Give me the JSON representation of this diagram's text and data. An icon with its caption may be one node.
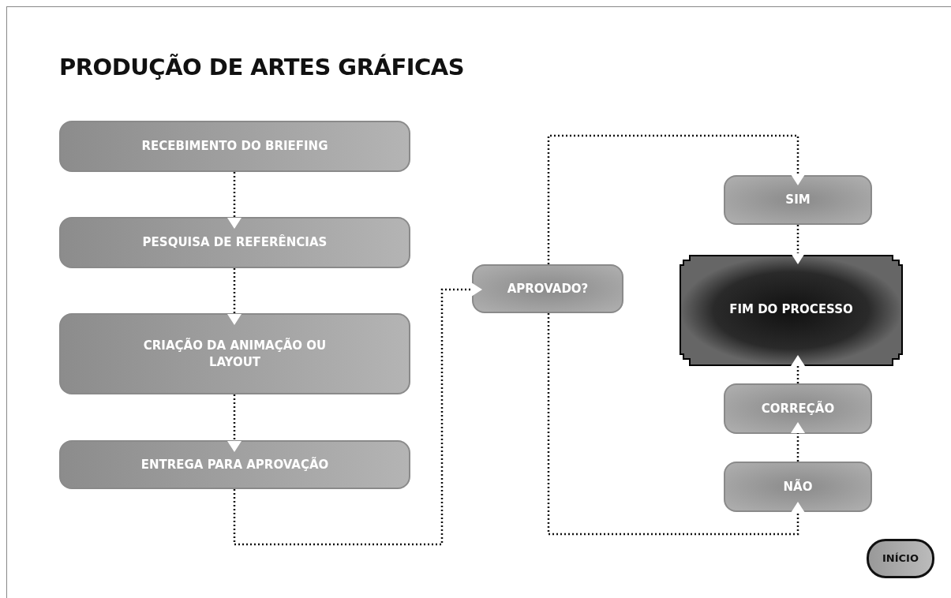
{
  "diagram": {
    "title": "PRODUÇÃO DE ARTES GRÁFICAS",
    "nodes": [
      {
        "text": [
          "RECEBIMENTO DO BRIEFING"
        ]
      },
      {
        "text": [
          "PESQUISA DE REFERÊNCIAS"
        ]
      },
      {
        "text": [
          "CRIAÇÃO DA ANIMAÇÃO OU LAYOUT"
        ]
      },
      {
        "text": [
          "ENTREGA PARA APROVAÇÃO"
        ]
      },
      {
        "text": [
          "APROVADO?"
        ]
      },
      {
        "text": [
          "SIM"
        ]
      },
      {
        "text": [
          "FIM DO PROCESSO"
        ]
      },
      {
        "text": [
          "CORREÇÃO"
        ]
      },
      {
        "text": [
          "NÃO"
        ]
      },
      {
        "text": [
          "INÍCIO"
        ]
      }
    ],
    "edges": [
      {
        "from": 0,
        "to": 1,
        "arrow": "to",
        "style": "dashed"
      },
      {
        "from": 1,
        "to": 2,
        "arrow": "to",
        "style": "dashed"
      },
      {
        "from": 2,
        "to": 3,
        "arrow": "to",
        "style": "dashed"
      },
      {
        "from": 3,
        "to": 4,
        "arrow": "to",
        "style": "dashed"
      },
      {
        "from": 4,
        "to": 5,
        "arrow": "to",
        "style": "dashed"
      },
      {
        "from": 5,
        "to": 6,
        "arrow": "to",
        "style": "dashed"
      },
      {
        "from": 4,
        "to": 8,
        "arrow": "to",
        "style": "dashed"
      },
      {
        "from": 8,
        "to": 7,
        "arrow": "to",
        "style": "dashed"
      },
      {
        "from": 7,
        "to": 6,
        "arrow": "to",
        "style": "dashed"
      }
    ]
  }
}
